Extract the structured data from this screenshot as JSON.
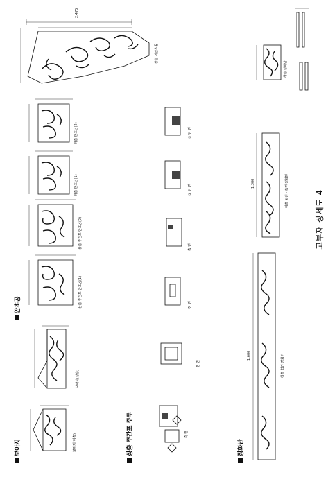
{
  "sheet": {
    "title": "고부재 상세도-4"
  },
  "sections": [
    {
      "id": "boaji",
      "label": "보아지"
    },
    {
      "id": "anchogong",
      "label": "안초공"
    },
    {
      "id": "sangcheung",
      "label": "상층 주간포 주두"
    },
    {
      "id": "janghwaban",
      "label": "장화반"
    }
  ],
  "captions": {
    "boaji_1": "보아지(상층)",
    "boaji_2": "보아지(하층)",
    "ancho_1": "상층 주간포 안초공(1)",
    "ancho_2": "상층 주간포 안초공(2)",
    "ancho_3": "하층 안초공(1)",
    "ancho_4": "하층 안초공(2)",
    "top_bracket": "상층 귀안초공",
    "plan": "평 면",
    "front": "정 면",
    "side": "측 면",
    "section1": "① 단 면",
    "section2": "② 단 면",
    "side_view": "측 면",
    "jh_long": "하층 협칸 장화반",
    "jh_mid": "하층 퇴칸 · 측면 장화반",
    "jh_small": "하층 장화반"
  },
  "dims": {
    "top_total": "2,475",
    "jh_long": "1,600",
    "jh_mid": "1,300"
  }
}
